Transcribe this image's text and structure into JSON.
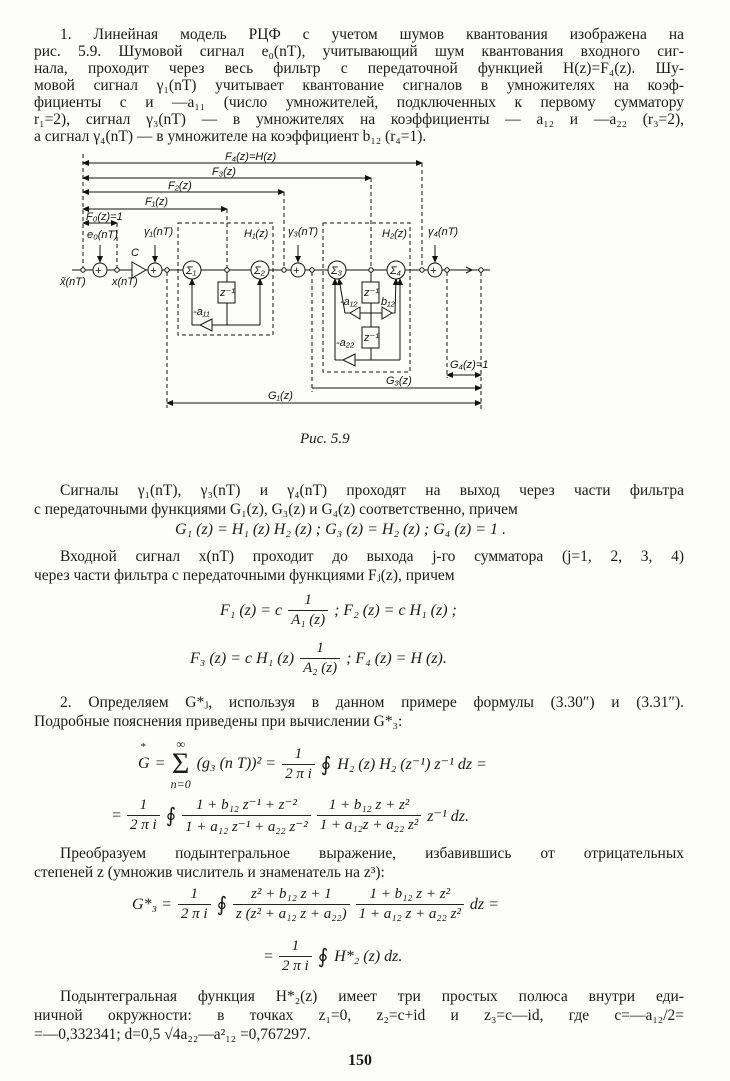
{
  "para1": [
    "1. Линейная модель РЦФ с учетом шумов квантования изображена на",
    "рис. 5.9. Шумовой сигнал e₀(nT), учитывающий шум квантования входного сиг-",
    "нала, проходит через весь фильтр с передаточной функцией H(z)=F₄(z). Шу-",
    "мовой сигнал γ₁(nT) учитывает квантование сигналов в умножителях на коэф-",
    "фициенты c и —a₁₁ (число умножителей, подключенных к первому сумматору",
    "r₁=2), сигнал γ₃(nT) — в умножителях на коэффициенты — a₁₂ и —a₂₂ (r₃=2),",
    "а сигнал γ₄(nT) — в умножителе на коэффициент b₁₂ (r₄=1)."
  ],
  "figure": {
    "caption": "Рис. 5.9",
    "labels": {
      "F4": "F₄(z)=H(z)",
      "F3": "F₃(z)",
      "F2": "F₂(z)",
      "F1": "F₁(z)",
      "F0": "F₀(z)=1",
      "e0": "e₀(nT)",
      "xin": "x̃(nT)",
      "x": "x(nT)",
      "c": "C",
      "g1": "γ₁(nT)",
      "g3": "γ₃(nT)",
      "g4": "γ₄(nT)",
      "H1": "H₁(z)",
      "H2": "H₂(z)",
      "s1": "Σ₁",
      "s2": "Σ₂",
      "s3": "Σ₃",
      "s4": "Σ₄",
      "zinv": "z⁻¹",
      "a11": "-a₁₁",
      "a12": "-a₁₂",
      "a22": "-a₂₂",
      "b12": "b₁₂",
      "G4": "G₄(z)=1",
      "G3": "G₃(z)",
      "G1": "G₁(z)",
      "plus": "+"
    }
  },
  "para2": [
    "Сигналы γ₁(nT), γ₃(nT) и γ₄(nT) проходят на выход через части фильтра",
    "с передаточными функциями G₁(z), G₃(z) и G₄(z) соответственно, причем"
  ],
  "eqG": "G₁ (z) = H₁ (z) H₂ (z) ;   G₃ (z) = H₂ (z) ;   G₄ (z) = 1 .",
  "para3": [
    "Входной сигнал x(nT) проходит до выхода j-го сумматора (j=1, 2, 3, 4)",
    "через части фильтра с передаточными функциями Fⱼ(z), причем"
  ],
  "eqF": {
    "f1": "F₁ (z) = c",
    "one": "1",
    "a1": "A₁ (z)",
    "f2": "; F₂ (z) = c H₁ (z) ;",
    "f3": "F₃ (z) = c H₁ (z)",
    "a2": "A₂ (z)",
    "f4": "; F₄ (z) = H (z)."
  },
  "para4": [
    "2. Определяем G*ⱼ, используя в данном примере формулы (3.30″) и (3.31″).",
    "Подробные пояснения приведены при вычислении G*₃:"
  ],
  "eq1": {
    "g": "G",
    "star": "*",
    "inf": "∞",
    "n0": "n=0",
    "sigma": "Σ",
    "term": "(g₃ (n T))² =",
    "one": "1",
    "twopi": "2 π i",
    "oint": "∮",
    "rest": "H₂ (z) H₂ (z⁻¹) z⁻¹ dz =",
    "eq": "=",
    "num1": "1 + b₁₂ z⁻¹ + z⁻²",
    "den1": "1 + a₁₂ z⁻¹ + a₂₂ z⁻²",
    "num2": "1 + b₁₂ z + z²",
    "den2": "1 + a₁₂z + a₂₂ z²",
    "tail": "z⁻¹ dz."
  },
  "para5": [
    "Преобразуем подынтегральное выражение, избавившись от отрицательных",
    "степеней z (умножив числитель и знаменатель на z³):"
  ],
  "eq2": {
    "lhs": "G*₃ =",
    "one": "1",
    "twopi": "2 π i",
    "oint": "∮",
    "num1": "z² + b₁₂ z + 1",
    "den1": "z (z² + a₁₂ z + a₂₂)",
    "num2": "1 + b₁₂ z + z²",
    "den2": "1 + a₁₂ z + a₂₂ z²",
    "tail": "dz =",
    "eq": "=",
    "last": "H*₂ (z) dz."
  },
  "para6": [
    "Подынтегральная функция H*₂(z) имеет три простых полюса внутри еди-",
    "ничной окружности: в точках z₁=0, z₂=c+id и z₃=c—id, где c=—a₁₂/2=",
    "=—0,332341; d=0,5 √4a₂₂—a²₁₂ =0,767297."
  ],
  "page_number": "150"
}
